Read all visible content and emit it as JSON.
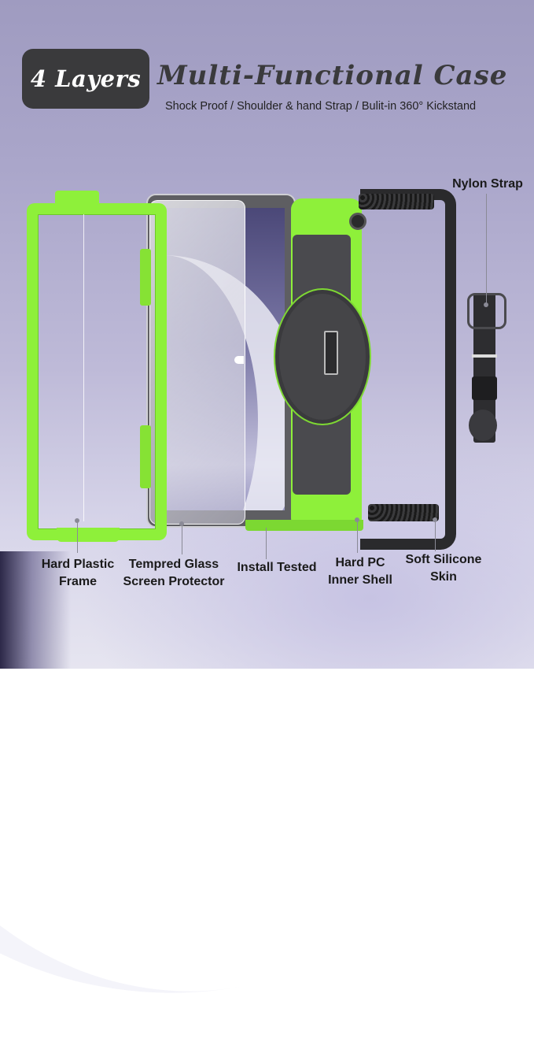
{
  "header": {
    "badge": "4 Layers",
    "title": "Multi-Functional Case",
    "subtitle": "Shock Proof / Shoulder & hand Strap / Bulit-in 360° Kickstand"
  },
  "labels": {
    "nylon_strap": "Nylon Strap",
    "hard_plastic_frame": [
      "Hard Plastic",
      "Frame"
    ],
    "tempered_glass": [
      "Tempred Glass",
      "Screen Protector"
    ],
    "install_tested": "Install Tested",
    "hard_pc": [
      "Hard PC",
      "Inner Shell"
    ],
    "soft_silicone": [
      "Soft Silicone",
      "Skin"
    ]
  },
  "colors": {
    "accent_green": "#8ef03a",
    "badge_bg": "#3a3a3c",
    "silicone_black": "#2a2a2c",
    "bg_lavender": "#aaa6ca"
  }
}
